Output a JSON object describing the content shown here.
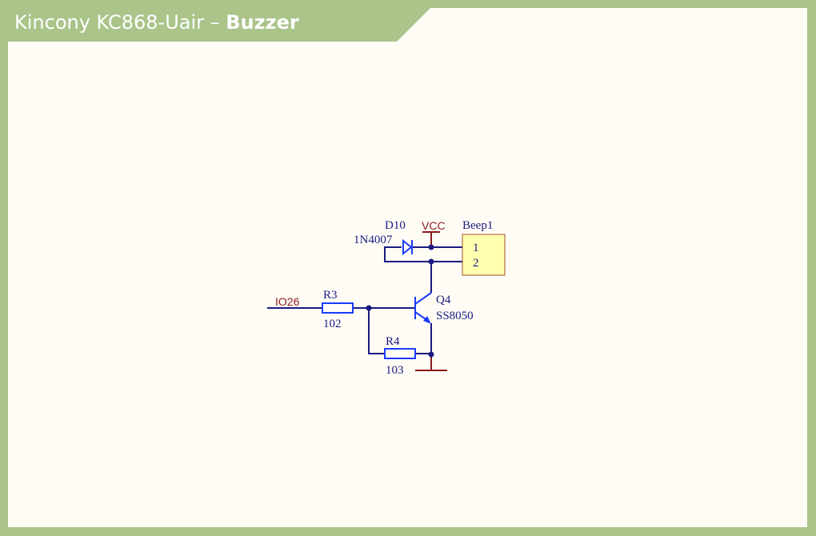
{
  "header": {
    "title_prefix": "Kincony KC868-Uair – ",
    "title_bold": "Buzzer"
  },
  "schematic": {
    "components": {
      "diode": {
        "ref": "D10",
        "value": "1N4007"
      },
      "power": {
        "name": "VCC"
      },
      "connector": {
        "ref": "Beep1",
        "pins": [
          "1",
          "2"
        ]
      },
      "transistor": {
        "ref": "Q4",
        "value": "SS8050"
      },
      "r3": {
        "ref": "R3",
        "value": "102"
      },
      "r4": {
        "ref": "R4",
        "value": "103"
      },
      "net_input": {
        "name": "IO26"
      }
    },
    "colors": {
      "wire": "#1a1a80",
      "component": "#1a3cff",
      "power": "#8b1a1a",
      "connector_fill": "#ffffb0",
      "connector_border": "#a0522d",
      "frame": "#aac48a",
      "background": "#fffcf5"
    }
  }
}
